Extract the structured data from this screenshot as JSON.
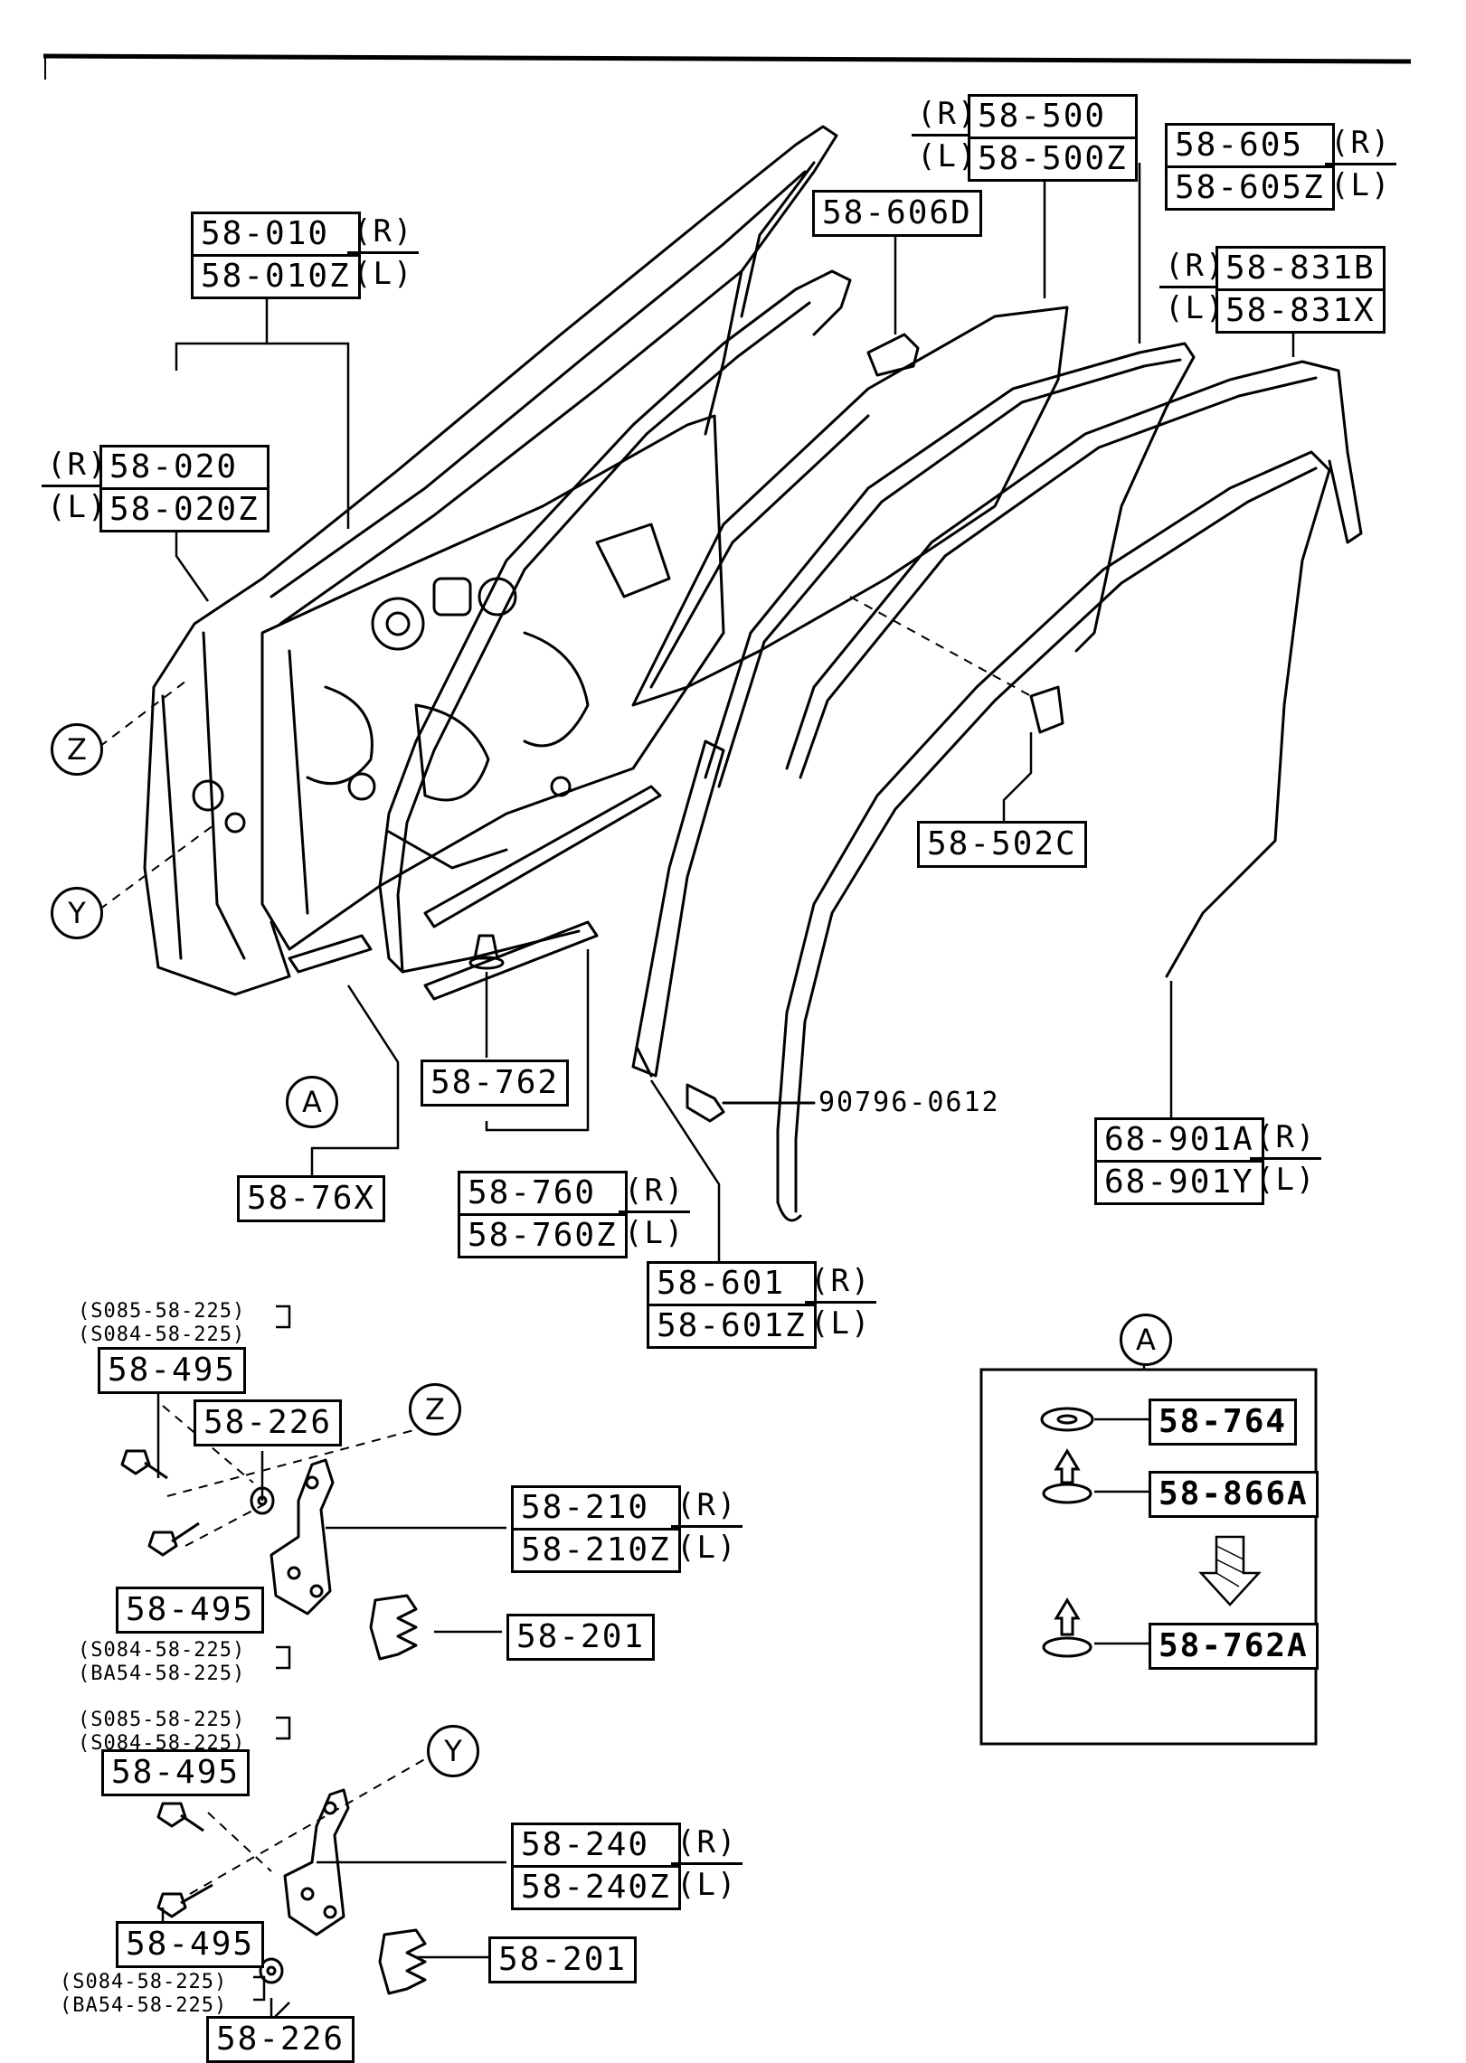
{
  "callouts": {
    "door_panel": {
      "right": "58-010",
      "left": "58-010Z",
      "r": "(R)",
      "l": "(L)"
    },
    "door_body": {
      "right": "58-020",
      "left": "58-020Z",
      "r": "(R)",
      "l": "(L)"
    },
    "glass": {
      "right": "58-500",
      "left": "58-500Z",
      "r": "(R)",
      "l": "(L)"
    },
    "holder": "58-606D",
    "channel": {
      "right": "58-605",
      "left": "58-605Z",
      "r": "(R)",
      "l": "(L)"
    },
    "weatherstrip_outer": {
      "right": "58-831B",
      "left": "58-831X",
      "r": "(R)",
      "l": "(L)"
    },
    "clip": "58-502C",
    "seal": {
      "right": "68-901A",
      "left": "68-901Y",
      "r": "(R)",
      "l": "(L)"
    },
    "screw": "90796-0612",
    "belt_moulding": {
      "right": "58-601",
      "left": "58-601Z",
      "r": "(R)",
      "l": "(L)"
    },
    "weatherstrip": {
      "right": "58-760",
      "left": "58-760Z",
      "r": "(R)",
      "l": "(L)"
    },
    "fastener": "58-762",
    "retainer": "58-76X",
    "upper_hinge": {
      "right": "58-210",
      "left": "58-210Z",
      "r": "(R)",
      "l": "(L)"
    },
    "lower_hinge": {
      "right": "58-240",
      "left": "58-240Z",
      "r": "(R)",
      "l": "(L)"
    },
    "bolt": "58-495",
    "washer": "58-226",
    "shim": "58-201"
  },
  "notes": {
    "top_a1": "(S085-58-225)",
    "top_a2": "(S084-58-225)",
    "mid_a1": "(S084-58-225)",
    "mid_a2": "(BA54-58-225)",
    "top_b1": "(S085-58-225)",
    "top_b2": "(S084-58-225)",
    "bot_b1": "(S084-58-225)",
    "bot_b2": "(BA54-58-225)"
  },
  "markers": {
    "z": "Z",
    "y": "Y",
    "a": "A"
  },
  "detail_a": {
    "item1": "58-764",
    "item2": "58-866A",
    "item3": "58-762A"
  }
}
